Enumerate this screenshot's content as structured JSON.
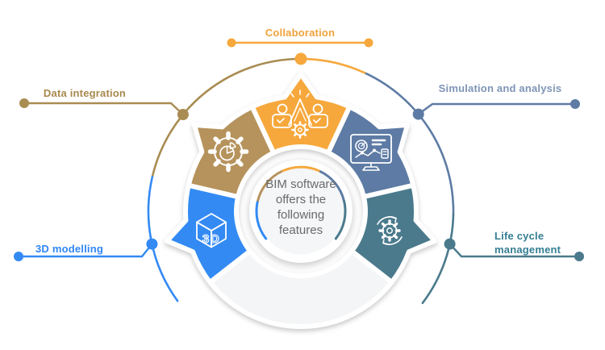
{
  "diagram": {
    "center_text": {
      "full": "BIM software offers the following features",
      "lines": [
        "BIM software",
        "offers the",
        "following",
        "features"
      ]
    },
    "segments": [
      {
        "label": "Collaboration",
        "color": "#F6A83C",
        "icon": "team-collaboration-icon"
      },
      {
        "label": "Simulation and analysis",
        "color": "#5D7BA4",
        "icon": "analysis-monitor-icon"
      },
      {
        "label": "Life cycle management",
        "color": "#4A7A8C",
        "icon": "lifecycle-gear-icon"
      },
      {
        "label": "3D modelling",
        "color": "#338AF3",
        "icon": "cube-3d-icon",
        "icon_text": "3D"
      },
      {
        "label": "Data integration",
        "color": "#B6935C",
        "icon": "gear-pie-icon"
      }
    ],
    "bottom_segment_color": "#F4F5F6",
    "label_colors": {
      "collaboration": "#F0A33B",
      "simulation_and_analysis": "#7E95B7",
      "life_cycle_management": "#357E93",
      "three_d_modelling": "#2F86F6",
      "data_integration": "#A8894D"
    }
  }
}
